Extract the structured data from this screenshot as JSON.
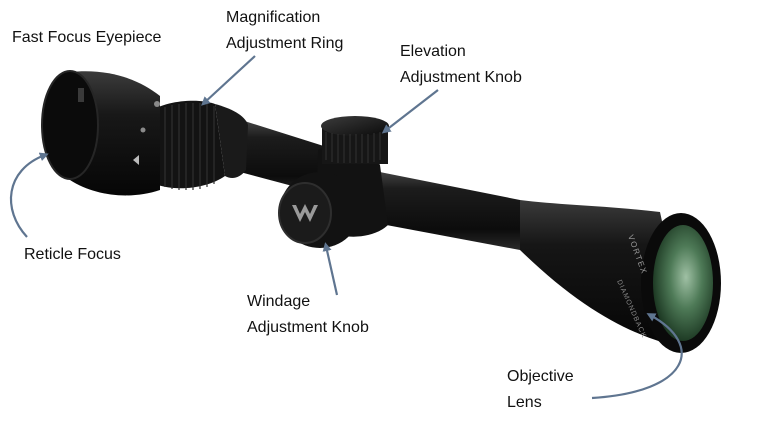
{
  "labels": {
    "fast_focus_eyepiece": "Fast Focus Eyepiece",
    "magnification_ring": [
      "Magnification",
      "Adjustment Ring"
    ],
    "elevation_knob": [
      "Elevation",
      "Adjustment Knob"
    ],
    "reticle_focus": "Reticle Focus",
    "windage_knob": [
      "Windage",
      "Adjustment Knob"
    ],
    "objective_lens": [
      "Objective",
      "Lens"
    ]
  },
  "branding": {
    "brand": "VORTEX",
    "model": "DIAMONDBACK"
  },
  "colors": {
    "arrow": "#5f7590",
    "scope_body": "#141414",
    "lens": "#3f6a48",
    "label_text": "#111111"
  }
}
